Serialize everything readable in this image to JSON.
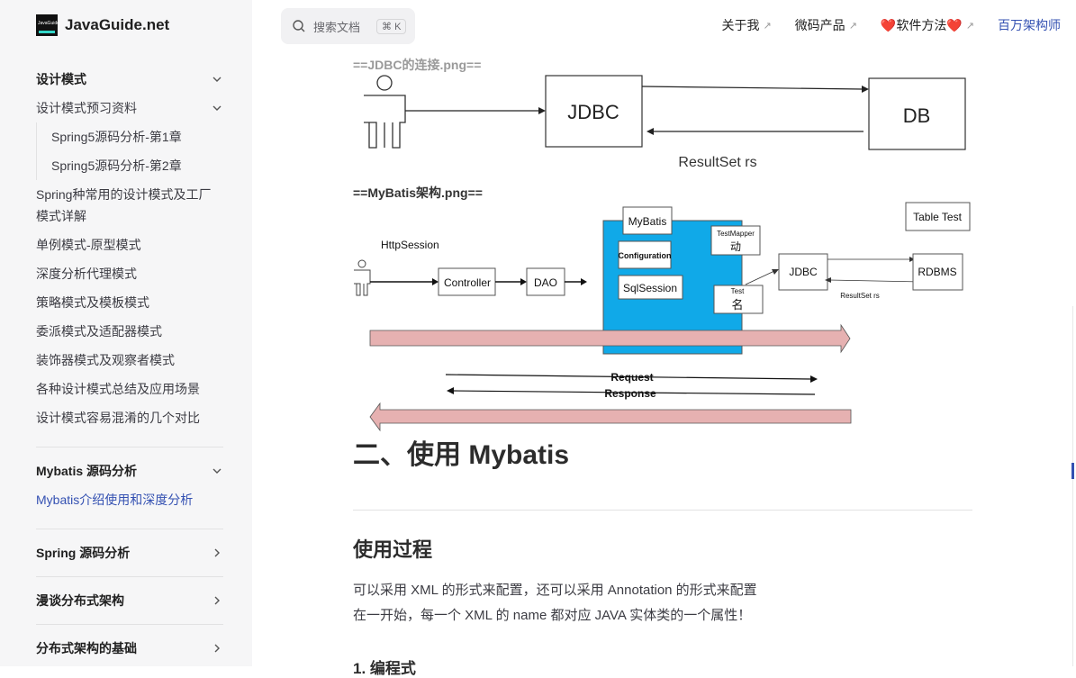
{
  "site": {
    "name": "JavaGuide.net",
    "logo_text": "JavaGuide"
  },
  "search": {
    "label": "搜索文档",
    "shortcut": "⌘ K"
  },
  "topnav": [
    {
      "label": "关于我",
      "external": true
    },
    {
      "label": "微码产品",
      "external": true
    },
    {
      "label": "❤️软件方法❤️",
      "external": true
    },
    {
      "label": "百万架构师",
      "external": false
    }
  ],
  "sidebar": {
    "items": [
      {
        "label": "设计模式",
        "bold": true,
        "chevron": "down"
      },
      {
        "label": "设计模式预习资料",
        "chevron": "down"
      },
      {
        "label": "Spring5源码分析-第1章",
        "sub": true
      },
      {
        "label": "Spring5源码分析-第2章",
        "sub": true
      },
      {
        "label": "Spring种常用的设计模式及工厂模式详解"
      },
      {
        "label": "单例模式-原型模式"
      },
      {
        "label": "深度分析代理模式"
      },
      {
        "label": "策略模式及模板模式"
      },
      {
        "label": "委派模式及适配器模式"
      },
      {
        "label": "装饰器模式及观察者模式"
      },
      {
        "label": "各种设计模式总结及应用场景"
      },
      {
        "label": "设计模式容易混淆的几个对比"
      }
    ],
    "groups": [
      {
        "label": "Mybatis 源码分析",
        "chevron": "down",
        "active_child": "Mybatis介绍使用和深度分析"
      },
      {
        "label": "Spring 源码分析",
        "chevron": "right"
      },
      {
        "label": "漫谈分布式架构",
        "chevron": "right"
      },
      {
        "label": "分布式架构的基础",
        "chevron": "right"
      }
    ]
  },
  "content": {
    "caption1": "==JDBC的连接.png==",
    "caption2": "==MyBatis架构.png==",
    "diagram1": {
      "jdbc": "JDBC",
      "db": "DB",
      "result": "ResultSet rs"
    },
    "diagram2": {
      "http_session": "HttpSession",
      "controller": "Controller",
      "dao": "DAO",
      "mybatis": "MyBatis",
      "configuration": "Configuration",
      "sqlsession": "SqlSession",
      "test_mapper": "TestMapper",
      "test_mapper_sub": "动",
      "test": "Test",
      "test_sub": "名",
      "jdbc": "JDBC",
      "rdbms": "RDBMS",
      "result": "ResultSet rs",
      "table_test": "Table Test",
      "request": "Request",
      "response": "Response",
      "mybatis_color": "#10a9e8"
    },
    "heading2": "二、使用 Mybatis",
    "heading3": "使用过程",
    "para1": " 可以采用 XML 的形式来配置，还可以采用 Annotation 的形式来配置",
    "para2": "在一开始，每一个 XML 的 name 都对应 JAVA 实体类的一个属性！",
    "heading4": "1. 编程式"
  },
  "colors": {
    "accent": "#3451b2",
    "sidebar_bg": "#f6f6f7",
    "arrow_fill": "#e6b1b1"
  }
}
